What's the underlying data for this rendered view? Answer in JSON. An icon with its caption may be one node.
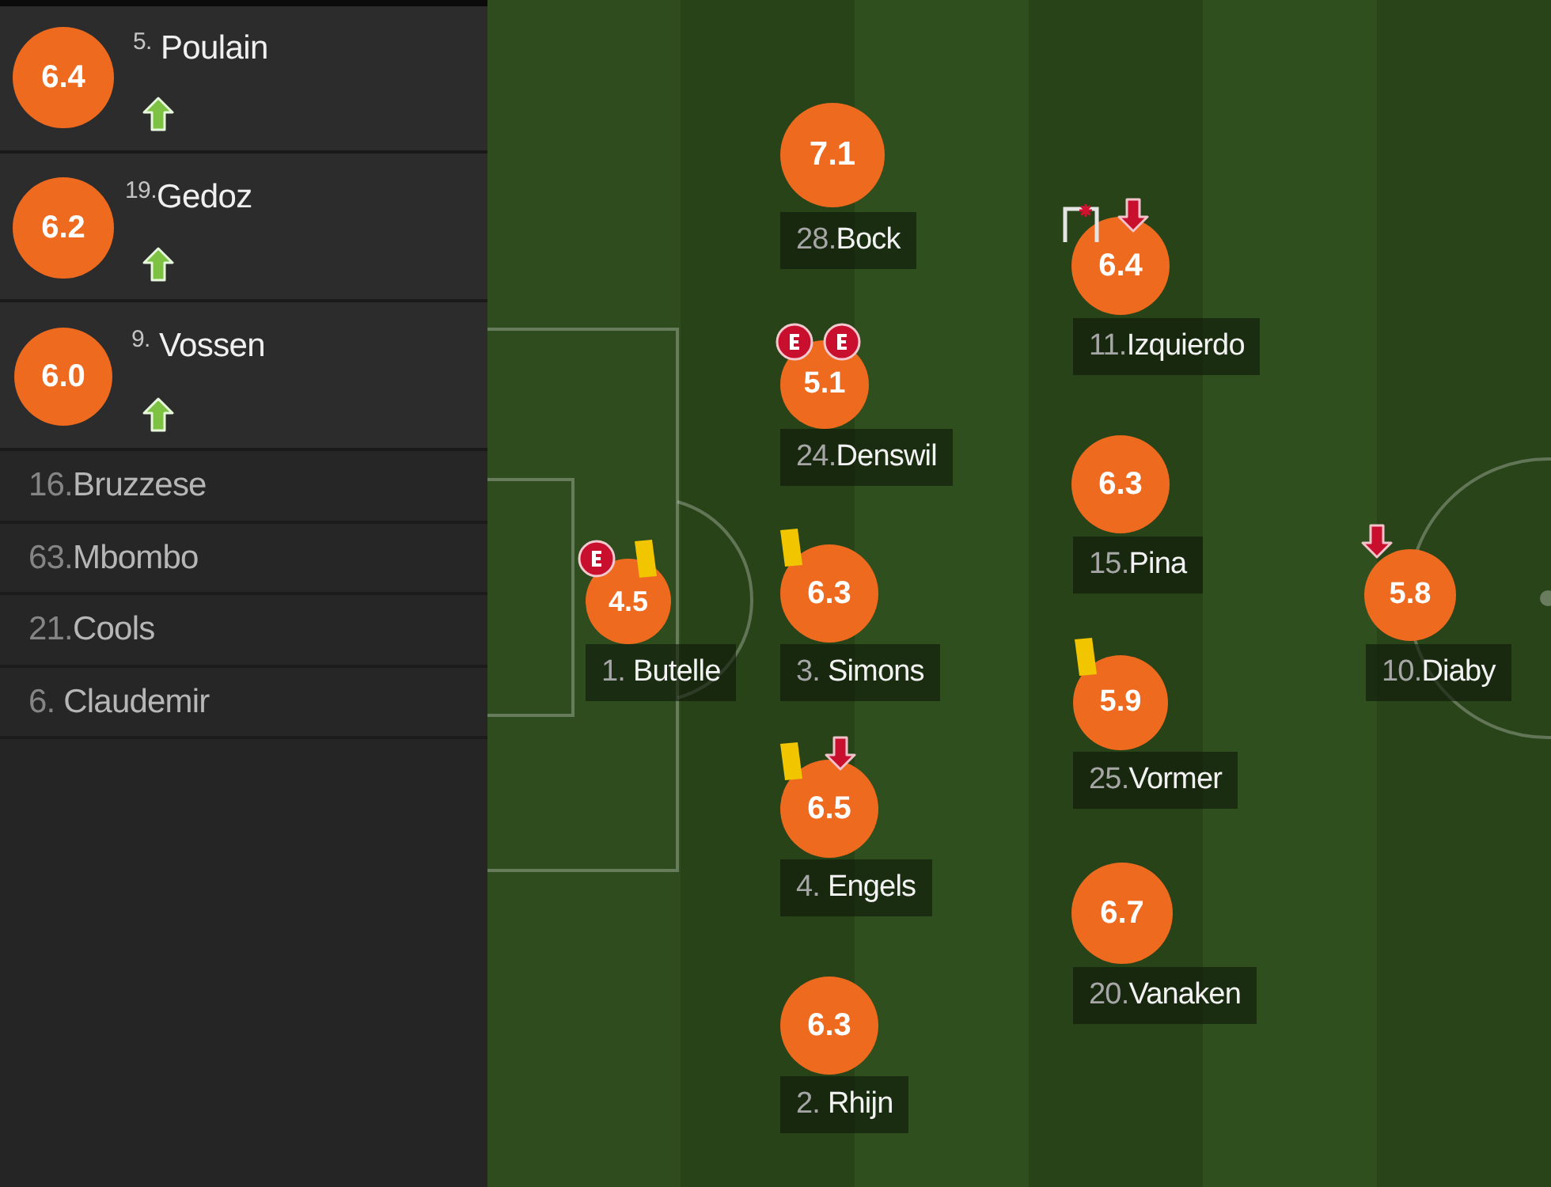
{
  "diagram": {
    "nodes": [
      {
        "text": [
          "6.4"
        ],
        "beside": [
          "$^{5.}$ Poulain"
        ]
      },
      {
        "text": [
          "6.2"
        ],
        "beside": [
          "$^{19.}$Gedoz"
        ]
      },
      {
        "text": [
          "6.0"
        ],
        "beside": [
          "$^{9.}$ Vossen"
        ]
      },
      {
        "text": [
          "7.1"
        ],
        "beside": [
          "28.Bock"
        ]
      },
      {
        "text": [
          "6.4"
        ],
        "beside": [
          "11.Izquierdo"
        ]
      },
      {
        "text": [
          "5.1"
        ],
        "beside": [
          "24.Denswil"
        ]
      },
      {
        "text": [
          "6.3"
        ],
        "beside": [
          "15.Pina"
        ]
      },
      {
        "text": [
          "4.5"
        ],
        "beside": [
          "1. Butelle"
        ]
      },
      {
        "text": [
          "6.3"
        ],
        "beside": [
          "3. Simons"
        ]
      },
      {
        "text": [
          "5.8"
        ],
        "beside": [
          "10.Diaby"
        ]
      },
      {
        "text": [
          "5.9"
        ],
        "beside": [
          "25.Vormer"
        ]
      },
      {
        "text": [
          "6.5"
        ],
        "beside": [
          "4. Engels"
        ]
      },
      {
        "text": [
          "6.7"
        ],
        "beside": [
          "20.Vanaken"
        ]
      },
      {
        "text": [
          "6.3"
        ],
        "beside": [
          "2. Rhijn"
        ]
      }
    ],
    "labels": [
      "16.Bruzzese",
      "63.Mbombo",
      "21.Cools",
      "6. Claudemir"
    ]
  }
}
